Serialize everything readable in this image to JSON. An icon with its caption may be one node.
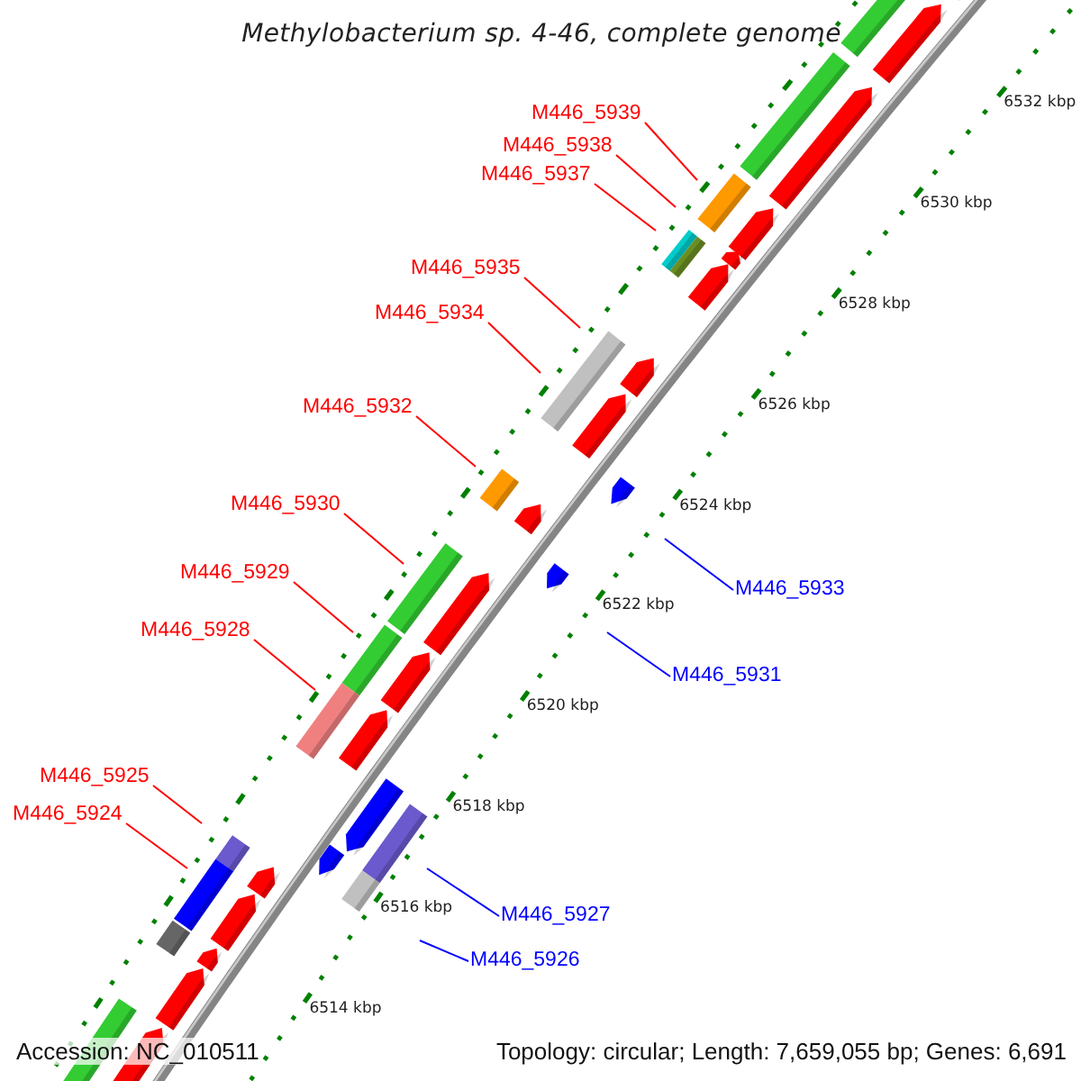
{
  "diagram": {
    "title": "Methylobacterium sp. 4-46, complete genome",
    "nodes": [
      {
        "text": [
          "M446_5939"
        ]
      },
      {
        "text": [
          "M446_5938"
        ]
      },
      {
        "text": [
          "M446_5937"
        ]
      },
      {
        "text": [
          "M446_5935"
        ]
      },
      {
        "text": [
          "M446_5934"
        ]
      },
      {
        "text": [
          "M446_5932"
        ]
      },
      {
        "text": [
          "M446_5930"
        ]
      },
      {
        "text": [
          "M446_5929"
        ]
      },
      {
        "text": [
          "M446_5933"
        ]
      },
      {
        "text": [
          "M446_5928"
        ]
      },
      {
        "text": [
          "M446_5931"
        ]
      },
      {
        "text": [
          "M446_5925"
        ]
      },
      {
        "text": [
          "M446_5924"
        ]
      },
      {
        "text": [
          "M446_5927"
        ]
      },
      {
        "text": [
          "M446_5926"
        ]
      }
    ],
    "edges": [
      {
        "from": 0,
        "to": null,
        "arrow": "none"
      },
      {
        "from": 1,
        "to": null,
        "arrow": "none"
      },
      {
        "from": 2,
        "to": null,
        "arrow": "none"
      },
      {
        "from": 3,
        "to": null,
        "arrow": "none"
      },
      {
        "from": 4,
        "to": null,
        "arrow": "none"
      },
      {
        "from": 5,
        "to": null,
        "arrow": "none"
      },
      {
        "from": 6,
        "to": null,
        "arrow": "none"
      },
      {
        "from": 7,
        "to": null,
        "arrow": "none"
      },
      {
        "from": 8,
        "to": null,
        "arrow": "none",
        "color": "#0000ff"
      },
      {
        "from": 9,
        "to": null,
        "arrow": "none"
      },
      {
        "from": 10,
        "to": null,
        "arrow": "none",
        "color": "#0000ff"
      },
      {
        "from": 11,
        "to": null,
        "arrow": "none"
      },
      {
        "from": 12,
        "to": null,
        "arrow": "none"
      },
      {
        "from": 13,
        "to": null,
        "arrow": "none",
        "color": "#0000ff"
      },
      {
        "from": 14,
        "to": null,
        "arrow": "none",
        "color": "#0000ff"
      }
    ],
    "labels": [
      "6532 kbp",
      "6530 kbp",
      "6528 kbp",
      "6526 kbp",
      "6524 kbp",
      "6522 kbp",
      "6520 kbp",
      "6518 kbp",
      "6516 kbp",
      "6514 kbp",
      "Accession: NC_010511",
      "Topology: circular; Length: 7,659,055 bp; Genes: 6,691"
    ]
  }
}
